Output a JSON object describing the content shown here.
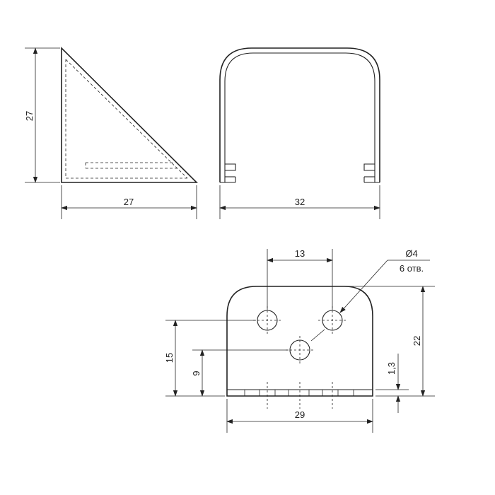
{
  "dimensions": {
    "side_height": "27",
    "side_width": "27",
    "front_width": "32",
    "hole_spacing": "13",
    "hole_diameter": "Ø4",
    "hole_count": "6 отв.",
    "height_overall": "22",
    "hole_row_height": "15",
    "center_hole_height": "9",
    "plate_thickness": "1,3",
    "bottom_width": "29"
  }
}
